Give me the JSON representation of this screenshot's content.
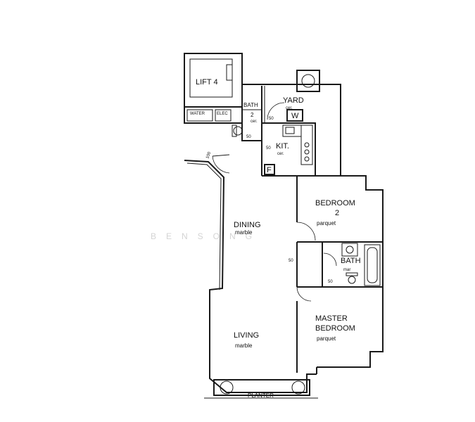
{
  "rooms": {
    "lift": "LIFT 4",
    "bath_top": "BATH",
    "yard": "YARD",
    "yard_floor": "cer.",
    "washer": "W",
    "room2_num": "2",
    "room2_floor": "cer.",
    "kitchen": "KIT.",
    "kitchen_floor": "cer.",
    "fridge": "F",
    "bedroom2_line1": "BEDROOM",
    "bedroom2_line2": "2",
    "bedroom2_floor": "parquet",
    "dining": "DINING",
    "dining_floor": "marble",
    "bath2": "BATH",
    "bath2_floor": "mar",
    "master_line1": "MASTER",
    "master_line2": "BEDROOM",
    "master_floor": "parquet",
    "living": "LIVING",
    "living_floor": "marble",
    "planter": "PLANTER"
  },
  "meters": {
    "water": "WATER",
    "elec": "ELEC"
  },
  "door_widths": {
    "d1": "50",
    "d2": "50",
    "d3": "50",
    "d4": "50",
    "d5": "100",
    "d6": "50"
  },
  "watermark": "BENSONG"
}
